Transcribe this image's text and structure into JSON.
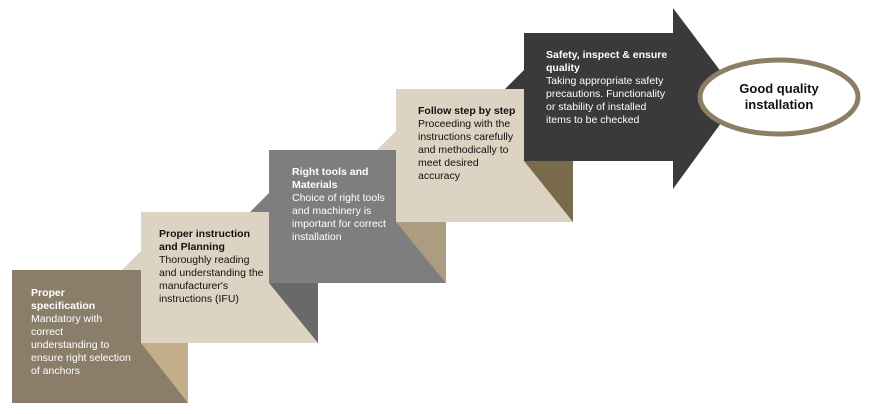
{
  "steps": [
    {
      "title": "Proper specification",
      "body": "Mandatory with correct understanding to ensure right selection of anchors",
      "color": "#8a7e6b",
      "flap_color": "#c2ae88"
    },
    {
      "title": "Proper instruction and Planning",
      "body": "Thoroughly reading and understanding the manufacturer's instructions (IFU)",
      "color": "#dcd3c3",
      "flap_color": "#696969"
    },
    {
      "title": "Right tools and Materials",
      "body": "Choice of right tools and machinery is important for correct installation",
      "color": "#7e7e80",
      "flap_color": "#ac9c80"
    },
    {
      "title": "Follow step by step",
      "body": "Proceeding with the instructions carefully and methodically to meet desired accuracy",
      "color": "#dcd3c3",
      "flap_color": "#7a6a4c"
    },
    {
      "title": "Safety, inspect & ensure quality",
      "body": "Taking appropriate safety precautions. Functionality or stability of installed items to be checked",
      "color": "#3a3a3a"
    }
  ],
  "goal": {
    "label": "Good quality installation",
    "border_color": "#8c7d66"
  }
}
